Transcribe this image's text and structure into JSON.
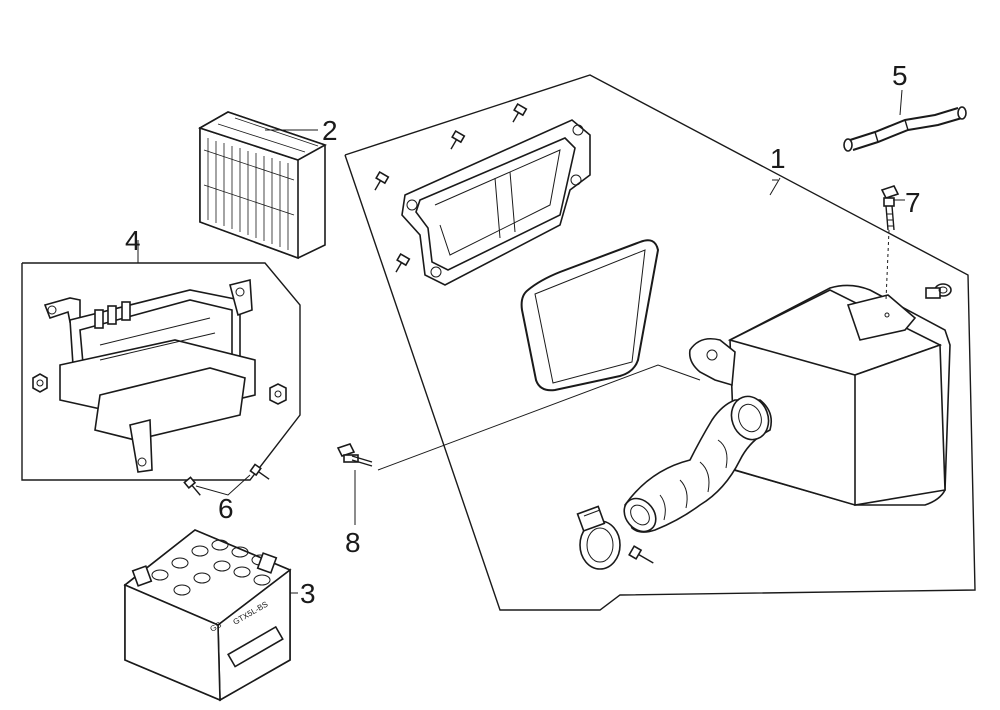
{
  "callouts": [
    {
      "id": "1",
      "label": "1"
    },
    {
      "id": "2",
      "label": "2"
    },
    {
      "id": "3",
      "label": "3"
    },
    {
      "id": "4",
      "label": "4"
    },
    {
      "id": "5",
      "label": "5"
    },
    {
      "id": "6",
      "label": "6"
    },
    {
      "id": "7",
      "label": "7"
    },
    {
      "id": "8",
      "label": "8"
    }
  ],
  "battery_markings": {
    "brand": "GS",
    "model": "GTX5L-BS"
  }
}
